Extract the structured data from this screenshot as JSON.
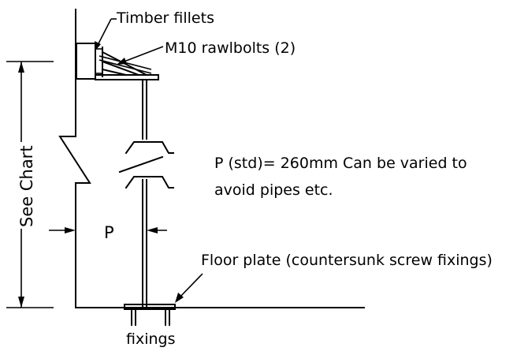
{
  "labels": {
    "timber_fillets": "Timber fillets",
    "rawlbolts": "M10 rawlbolts (2)",
    "see_chart": "See Chart",
    "p_std_line1": "P (std)= 260mm Can be varied to",
    "p_std_line2": "avoid pipes etc.",
    "p": "P",
    "floor_plate": "Floor plate (countersunk screw fixings)",
    "fixings": "fixings"
  },
  "colors": {
    "line": "#000000",
    "background": "#ffffff"
  }
}
